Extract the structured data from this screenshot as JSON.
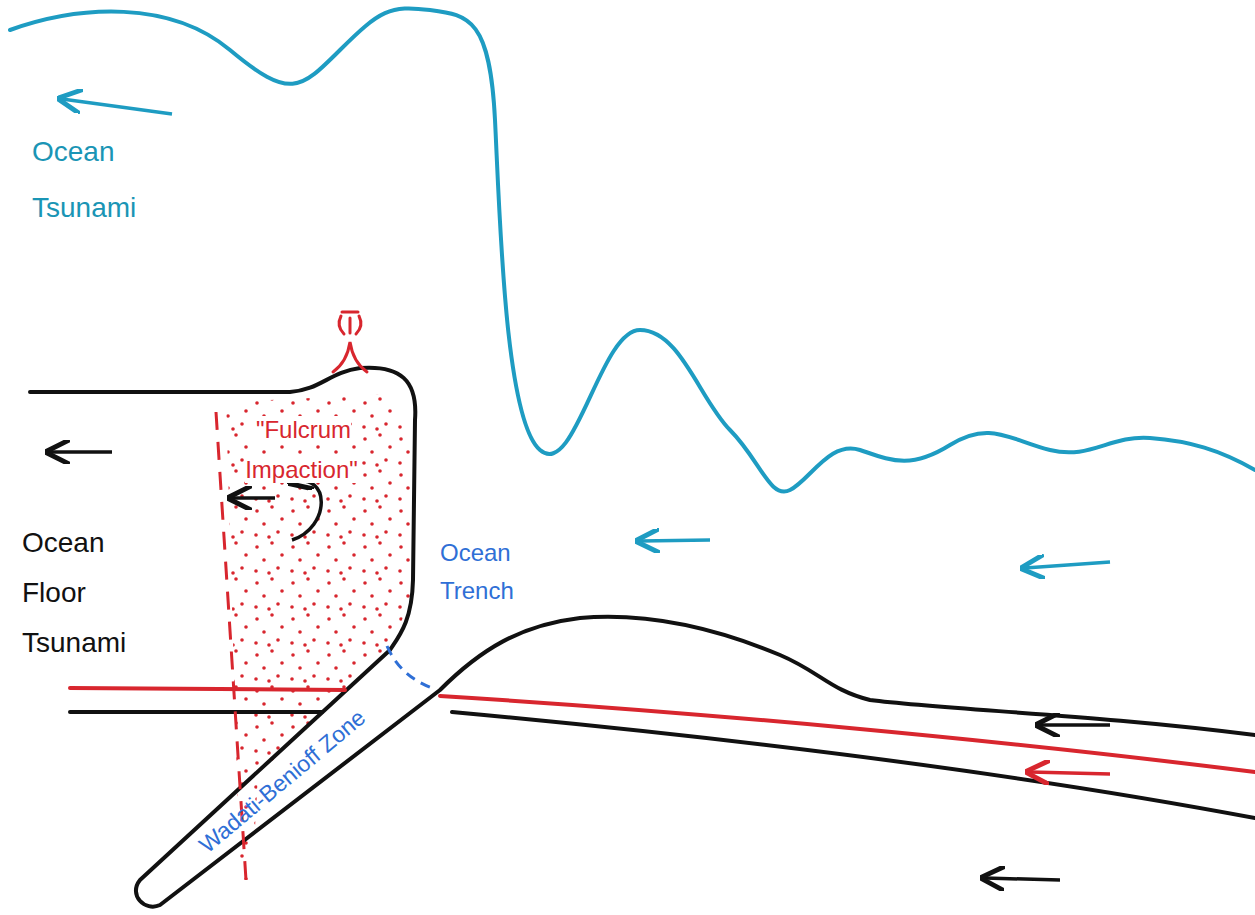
{
  "diagram": {
    "labels": [
      "Ocean Tsunami",
      "\"Fulcrum Impaction\"",
      "Ocean Floor Tsunami",
      "Ocean Trench",
      "Wadati-Benioff Zone"
    ]
  }
}
